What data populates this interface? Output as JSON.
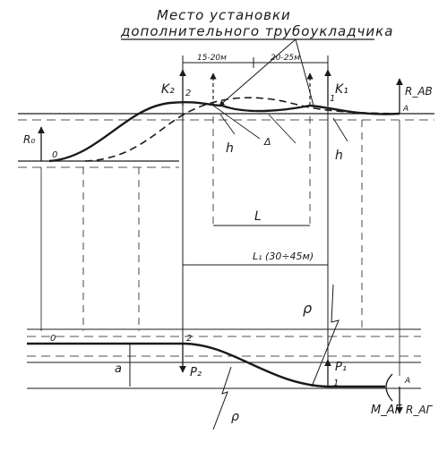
{
  "title": {
    "line1": "Место установки",
    "line2": "дополнительного трубоукладчика"
  },
  "dimensions": {
    "gap_left": "15-20м",
    "gap_right": "20-25м",
    "span_L": "L",
    "span_L1": "L₁ (30÷45м)"
  },
  "labels": {
    "K2": "K₂",
    "K1": "K₁",
    "R_AB": "R_AB",
    "R0": "R₀",
    "point_0_top": "0",
    "point_2_top": "2",
    "point_1_top": "1",
    "point_A_top": "A",
    "h_left": "h",
    "h_right": "h",
    "delta": "Δ",
    "rho_top": "ρ",
    "rho_bottom": "ρ",
    "point_0_bottom": "0",
    "point_2_bottom": "2",
    "point_1_bottom": "1",
    "point_A_bottom": "A",
    "P2": "P₂",
    "P1": "P₁",
    "a": "a",
    "M_AG": "M_AГ",
    "R_AG": "R_AГ"
  },
  "colors": {
    "ink": "#1a1a1a",
    "background": "#ffffff"
  }
}
